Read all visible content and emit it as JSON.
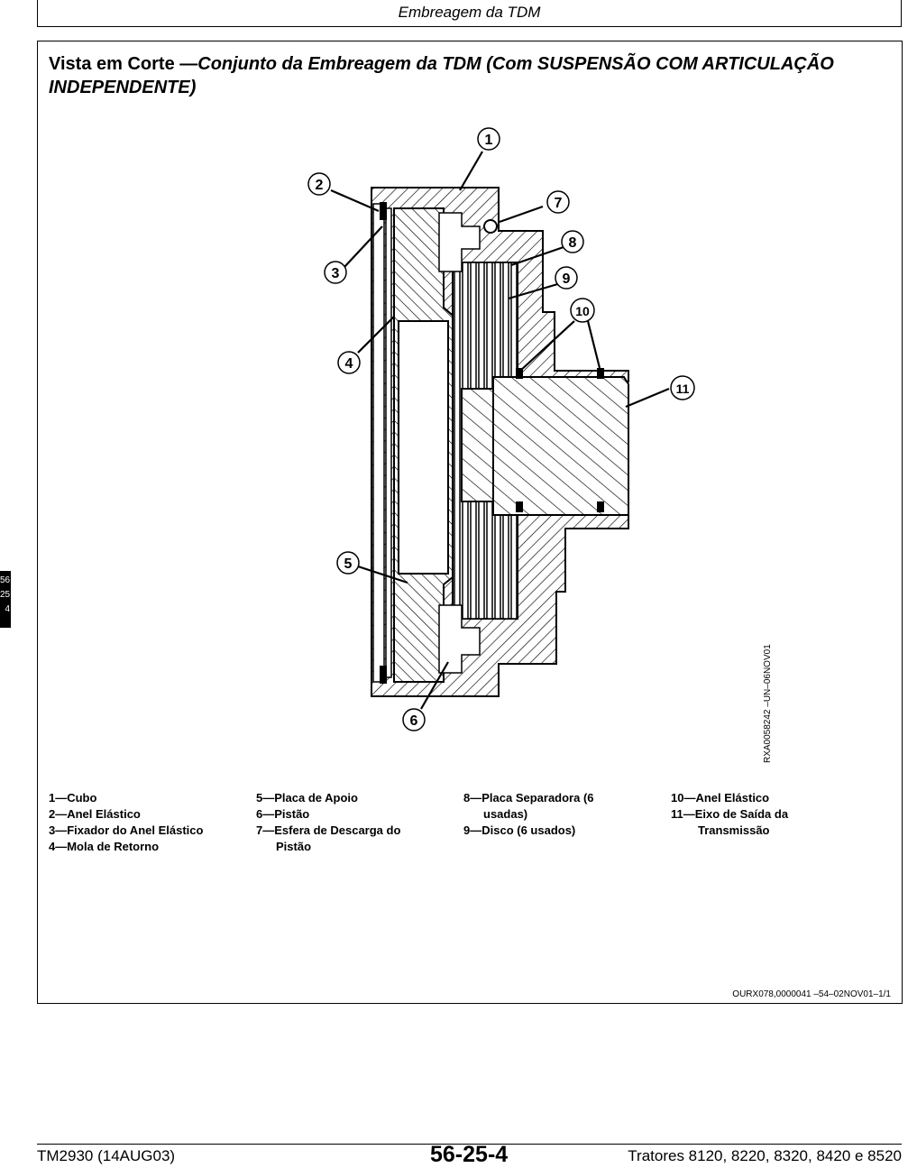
{
  "header": {
    "title": "Embreagem da TDM"
  },
  "section": {
    "title_plain": "Vista em Corte —",
    "title_italic": "Conjunto da Embreagem da TDM (Com SUSPENSÃO COM ARTICULAÇÃO INDEPENDENTE)"
  },
  "figure": {
    "callouts": [
      "1",
      "2",
      "3",
      "4",
      "5",
      "6",
      "7",
      "8",
      "9",
      "10",
      "11"
    ],
    "vertical_code": "RXA0058242   –UN–06NOV01"
  },
  "legend": {
    "col1": [
      "1—Cubo",
      "2—Anel Elástico",
      "3—Fixador do Anel Elástico",
      "4—Mola de Retorno"
    ],
    "col2": [
      "5—Placa de Apoio",
      "6—Pistão",
      "7—Esfera de Descarga do",
      "Pistão"
    ],
    "col3": [
      "8—Placa Separadora (6",
      "usadas)",
      "9—Disco (6 usados)"
    ],
    "col4": [
      "10—Anel Elástico",
      "11—Eixo de Saída da",
      "Transmissão"
    ]
  },
  "ref_code": "OURX078,0000041   –54–02NOV01–1/1",
  "side_tab": [
    "56",
    "25",
    "4"
  ],
  "footer": {
    "left": "TM2930 (14AUG03)",
    "center": "56-25-4",
    "right": "Tratores 8120, 8220, 8320, 8420 e 8520"
  }
}
